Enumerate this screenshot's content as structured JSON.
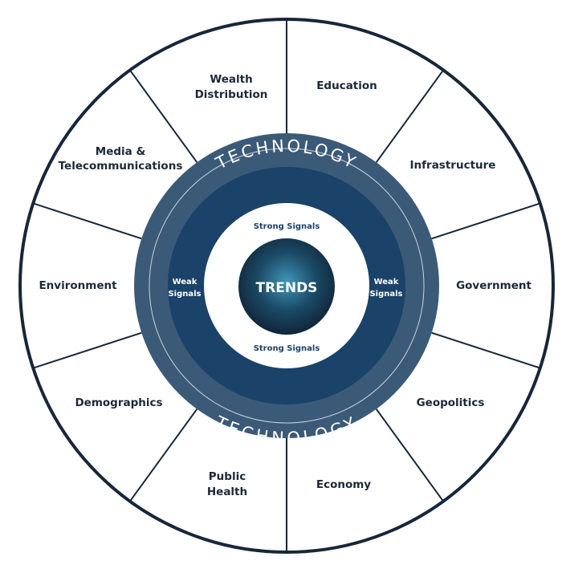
{
  "diagram": {
    "center_label": "TRENDS",
    "ring_label_top": "TECHNOLOGY",
    "ring_label_bottom": "TECHNOLOGY",
    "strong_signals_top": "Strong Signals",
    "strong_signals_bottom": "Strong Signals",
    "weak_signals_left": [
      "Weak",
      "Signals"
    ],
    "weak_signals_right": [
      "Weak",
      "Signals"
    ],
    "segments": [
      {
        "lines": [
          "Wealth",
          "Distribution"
        ]
      },
      {
        "lines": [
          "Education"
        ]
      },
      {
        "lines": [
          "Infrastructure"
        ]
      },
      {
        "lines": [
          "Government"
        ]
      },
      {
        "lines": [
          "Geopolitics"
        ]
      },
      {
        "lines": [
          "Economy"
        ]
      },
      {
        "lines": [
          "Public",
          "Health"
        ]
      },
      {
        "lines": [
          "Demographics"
        ]
      },
      {
        "lines": [
          "Environment"
        ]
      },
      {
        "lines": [
          "Media &",
          "Telecommunications"
        ]
      }
    ],
    "colors": {
      "outline": "#17263a",
      "technology_ring": "#3b5a78",
      "signals_ring": "#1b4268",
      "sphere_center": "#3f95b8",
      "sphere_edge": "#10263a"
    }
  }
}
